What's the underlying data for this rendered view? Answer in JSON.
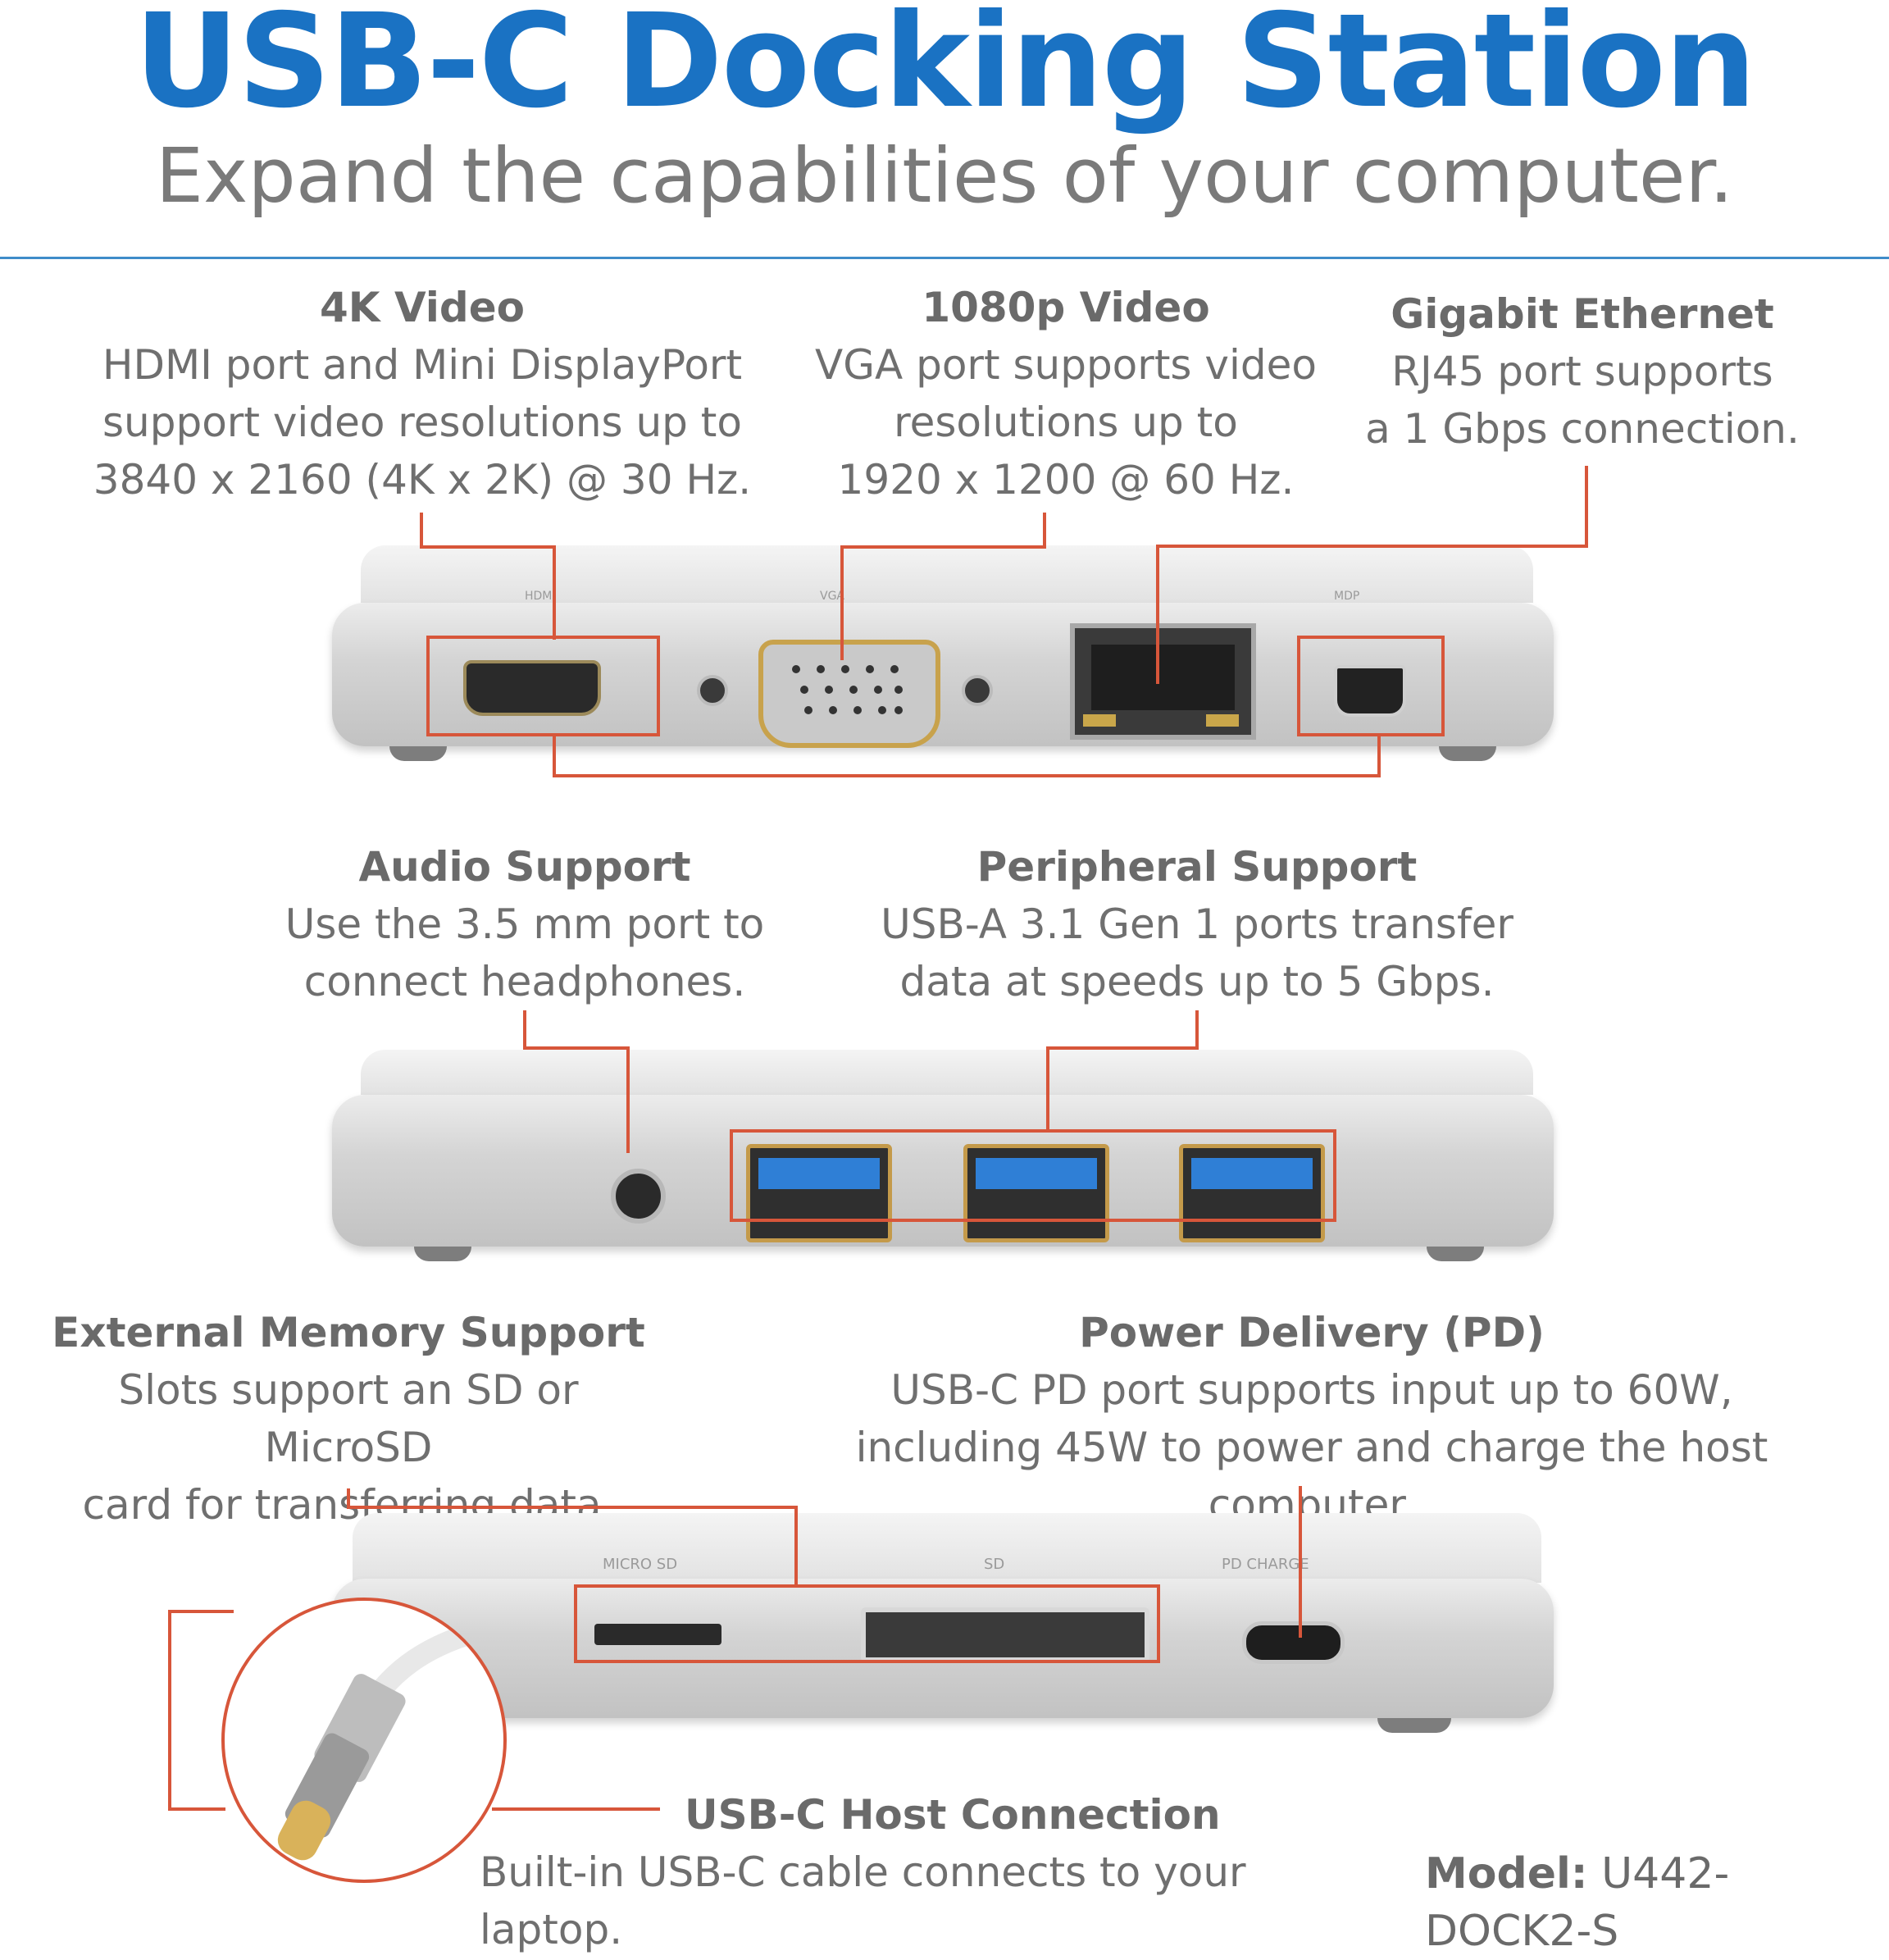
{
  "title": "USB-C Docking Station",
  "subtitle": "Expand the capabilities of your computer.",
  "features": {
    "video4k": {
      "heading": "4K Video",
      "lines": [
        "HDMI port and Mini DisplayPort",
        "support video resolutions up to",
        "3840 x 2160 (4K x 2K) @ 30 Hz."
      ]
    },
    "video1080": {
      "heading": "1080p Video",
      "lines": [
        "VGA port supports video",
        "resolutions up to",
        "1920 x 1200 @ 60 Hz."
      ]
    },
    "ethernet": {
      "heading": "Gigabit Ethernet",
      "lines": [
        "RJ45 port supports",
        "a 1 Gbps connection."
      ]
    },
    "audio": {
      "heading": "Audio Support",
      "lines": [
        "Use the 3.5 mm port to",
        "connect headphones."
      ]
    },
    "peripheral": {
      "heading": "Peripheral Support",
      "lines": [
        "USB-A 3.1 Gen 1 ports transfer",
        "data at speeds up to 5 Gbps."
      ]
    },
    "memory": {
      "heading": "External Memory Support",
      "lines": [
        "Slots support an SD or MicroSD",
        "card for transferring data."
      ]
    },
    "power": {
      "heading": "Power Delivery (PD)",
      "lines": [
        "USB-C PD port supports input up to 60W,",
        "including 45W to power and charge the host computer."
      ]
    },
    "host": {
      "heading": "USB-C Host Connection",
      "lines": [
        "Built-in USB-C cable connects to your laptop."
      ]
    }
  },
  "port_labels": {
    "hdmi": "HDMI",
    "vga": "VGA",
    "mdp": "MDP",
    "micro_sd": "MICRO SD",
    "sd": "SD",
    "pd_charge": "PD CHARGE"
  },
  "model": {
    "label": "Model:",
    "value": "U442-DOCK2-S"
  },
  "colors": {
    "title": "#1a72c3",
    "callout": "#d7563a",
    "usb_blue": "#2f7fd6"
  }
}
